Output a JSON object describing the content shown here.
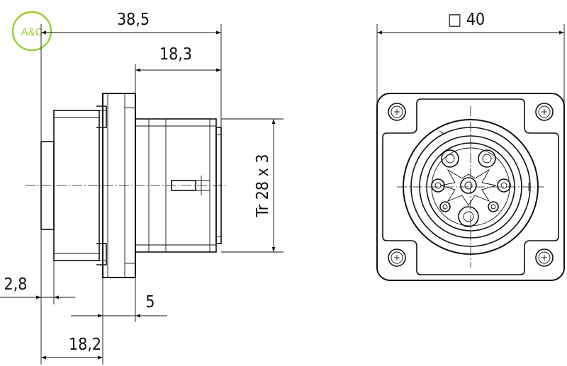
{
  "logo": {
    "text": "A&C",
    "color": "#9acd32"
  },
  "side_view": {
    "overall_length": "38,5",
    "thread_length": "18,3",
    "thread_spec": "Tr 28 x 3",
    "flange_thickness": "2,8",
    "flange_offset": "5",
    "rear_length": "18,2"
  },
  "front_view": {
    "square_size": "□ 40"
  },
  "colors": {
    "line": "#111111",
    "background": "#ffffff",
    "logo": "#9acd32"
  }
}
